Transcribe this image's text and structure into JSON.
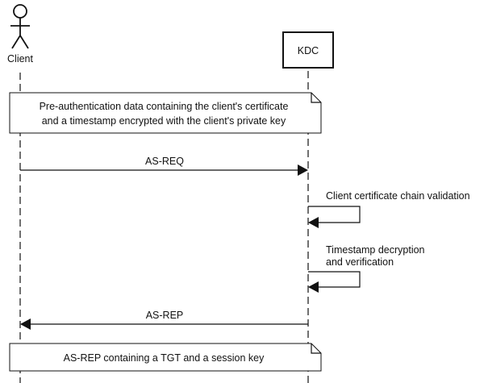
{
  "participants": {
    "client": {
      "label": "Client",
      "icon": "actor-icon"
    },
    "kdc": {
      "label": "KDC"
    }
  },
  "notes": {
    "preauth": {
      "line1": "Pre-authentication data containing the client's certificate",
      "line2": "and a timestamp encrypted with the client's private key"
    },
    "asrep_note": {
      "line1": "AS-REP containing a TGT and a session key"
    }
  },
  "messages": {
    "as_req": {
      "label": "AS-REQ",
      "from": "client",
      "to": "kdc"
    },
    "cert_validation": {
      "label": "Client certificate chain validation",
      "from": "kdc",
      "to": "kdc"
    },
    "timestamp": {
      "line1": "Timestamp decryption",
      "line2": "and verification",
      "from": "kdc",
      "to": "kdc"
    },
    "as_rep": {
      "label": "AS-REP",
      "from": "kdc",
      "to": "client"
    }
  },
  "colors": {
    "line": "#111111",
    "background": "#ffffff"
  }
}
